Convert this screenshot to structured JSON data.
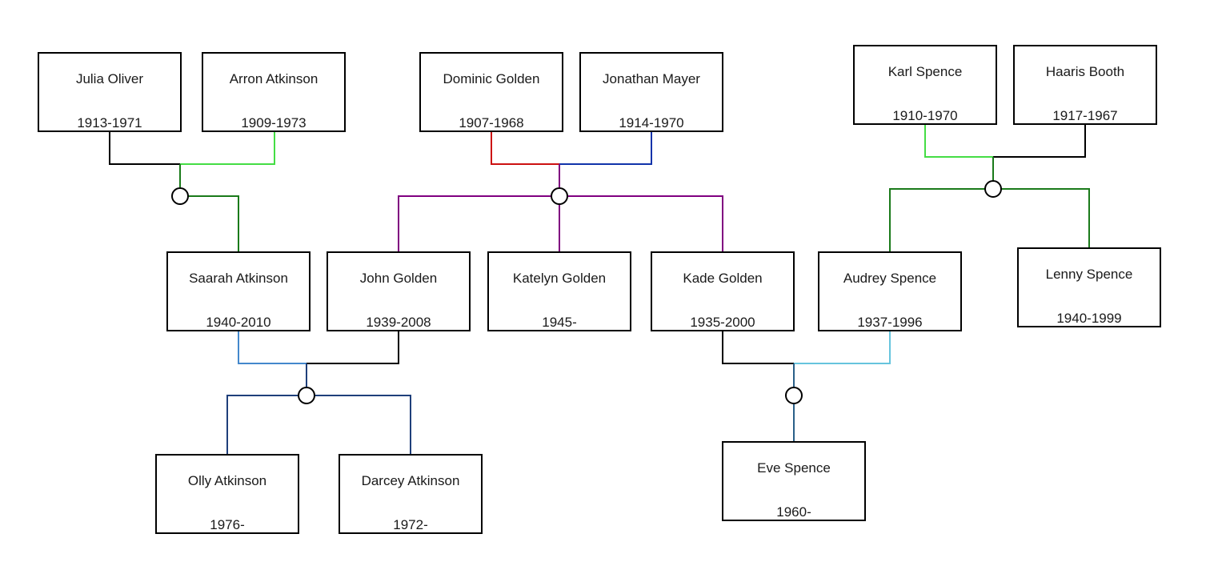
{
  "people": {
    "julia_oliver": {
      "name": "Julia Oliver",
      "years": "1913-1971"
    },
    "arron_atkinson": {
      "name": "Arron Atkinson",
      "years": "1909-1973"
    },
    "dominic_golden": {
      "name": "Dominic Golden",
      "years": "1907-1968"
    },
    "jonathan_mayer": {
      "name": "Jonathan Mayer",
      "years": "1914-1970"
    },
    "karl_spence": {
      "name": "Karl Spence",
      "years": "1910-1970"
    },
    "haaris_booth": {
      "name": "Haaris Booth",
      "years": "1917-1967"
    },
    "saarah_atkinson": {
      "name": "Saarah Atkinson",
      "years": "1940-2010"
    },
    "john_golden": {
      "name": "John Golden",
      "years": "1939-2008"
    },
    "katelyn_golden": {
      "name": "Katelyn Golden",
      "years": "1945-"
    },
    "kade_golden": {
      "name": "Kade Golden",
      "years": "1935-2000"
    },
    "audrey_spence": {
      "name": "Audrey Spence",
      "years": "1937-1996"
    },
    "lenny_spence": {
      "name": "Lenny Spence",
      "years": "1940-1999"
    },
    "olly_atkinson": {
      "name": "Olly Atkinson",
      "years": "1976-"
    },
    "darcey_atkinson": {
      "name": "Darcey Atkinson",
      "years": "1972-"
    },
    "eve_spence": {
      "name": "Eve Spence",
      "years": "1960-"
    }
  },
  "colors": {
    "black": "#000000",
    "dark_green": "#1a7a1a",
    "light_green": "#44dd44",
    "red": "#cc1111",
    "blue": "#1133aa",
    "purple": "#800080",
    "sky_blue": "#4488cc",
    "navy": "#1f3f7a",
    "cyan": "#66c4dd",
    "teal_blue": "#2a5f88"
  }
}
